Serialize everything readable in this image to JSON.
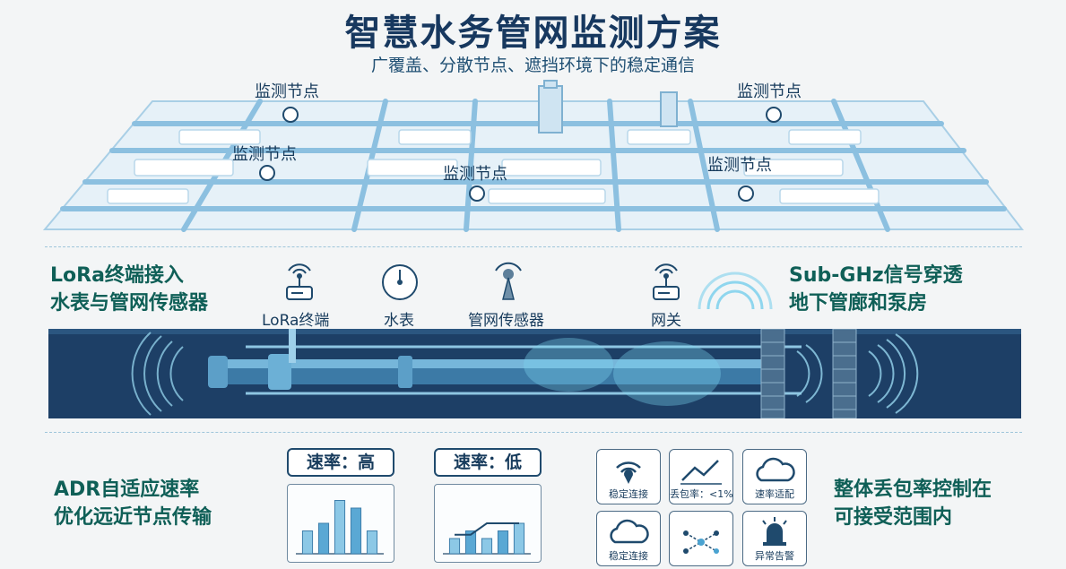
{
  "title": "智慧水务管网监测方案",
  "subtitle": "广覆盖、分散节点、遮挡环境下的稳定通信",
  "city_nodes": [
    {
      "label": "监测节点"
    },
    {
      "label": "监测节点"
    },
    {
      "label": "监测节点"
    },
    {
      "label": "监测节点"
    },
    {
      "label": "监测节点"
    }
  ],
  "pipeline": {
    "left_title_line1": "LoRa终端接入",
    "left_title_line2": "水表与管网传感器",
    "right_title_line1": "Sub-GHz信号穿透",
    "right_title_line2": "地下管廊和泵房",
    "devices": [
      {
        "label": "LoRa终端",
        "icon": "lora-terminal-icon"
      },
      {
        "label": "水表",
        "icon": "water-meter-icon"
      },
      {
        "label": "管网传感器",
        "icon": "pipe-sensor-icon"
      },
      {
        "label": "网关",
        "icon": "gateway-icon"
      }
    ]
  },
  "adr": {
    "title_line1": "ADR自适应速率",
    "title_line2": "优化远近节点传输"
  },
  "rate_high": {
    "label": "速率：高"
  },
  "rate_low": {
    "label": "速率：低"
  },
  "chart_data": [
    {
      "type": "bar",
      "title": "速率：高",
      "values": [
        3,
        4,
        7,
        6,
        3
      ],
      "ylim": [
        0,
        8
      ]
    },
    {
      "type": "bar",
      "title": "速率：低",
      "values": [
        2,
        3,
        2,
        3,
        4
      ],
      "line": [
        2.5,
        2.5,
        4,
        4,
        4
      ],
      "ylim": [
        0,
        8
      ]
    }
  ],
  "packet": {
    "title_line1": "整体丢包率控制在",
    "title_line2": "可接受范围内",
    "tiles": [
      {
        "label": "稳定连接",
        "icon": "wifi-icon"
      },
      {
        "label": "丢包率：<1%",
        "icon": "trend-line-icon"
      },
      {
        "label": "速率适配",
        "icon": "cloud-icon"
      },
      {
        "label": "稳定连接",
        "icon": "cloud-icon"
      },
      {
        "label": "",
        "icon": "network-nodes-icon"
      },
      {
        "label": "异常告警",
        "icon": "alarm-bell-icon"
      }
    ]
  },
  "colors": {
    "navy": "#17385f",
    "teal": "#0f5f57",
    "pipe_band": "#1d3f66",
    "glow": "#7fd8f2"
  }
}
